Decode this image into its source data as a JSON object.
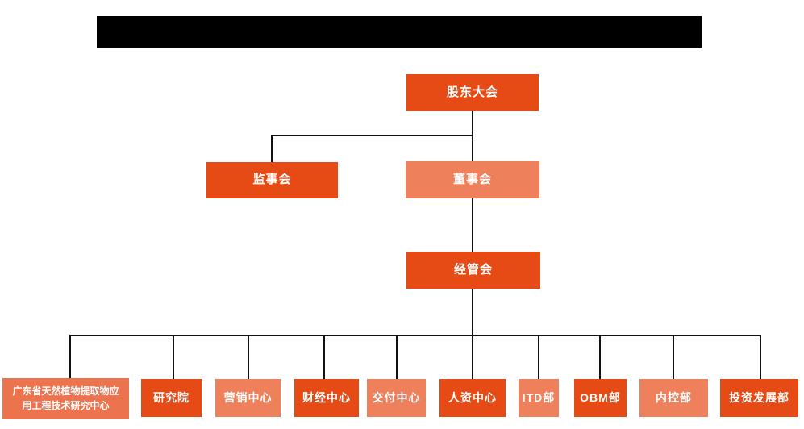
{
  "page": {
    "background": "#ffffff",
    "redacted_title_bar": ""
  },
  "colors": {
    "node_primary": "#E74B15",
    "node_secondary": "#EE815C",
    "node_muted": "#EB744E",
    "node_text": "#ffffff",
    "connector": "#111111",
    "redaction": "#000000"
  },
  "org_chart": {
    "type": "org-chart",
    "nodes": [
      {
        "label": "股东大会",
        "level": 1,
        "variant": "primary",
        "parent": null
      },
      {
        "label": "监事会",
        "level": 2,
        "variant": "primary",
        "parent": "股东大会"
      },
      {
        "label": "董事会",
        "level": 2,
        "variant": "secondary",
        "parent": "股东大会"
      },
      {
        "label": "经管会",
        "level": 3,
        "variant": "primary",
        "parent": "董事会"
      },
      {
        "label": "广东省天然植物提取物应\n用工程技术研究中心",
        "level": 4,
        "variant": "muted",
        "parent": "经管会"
      },
      {
        "label": "研究院",
        "level": 4,
        "variant": "primary",
        "parent": "经管会"
      },
      {
        "label": "营销中心",
        "level": 4,
        "variant": "secondary",
        "parent": "经管会"
      },
      {
        "label": "财经中心",
        "level": 4,
        "variant": "primary",
        "parent": "经管会"
      },
      {
        "label": "交付中心",
        "level": 4,
        "variant": "secondary",
        "parent": "经管会"
      },
      {
        "label": "人资中心",
        "level": 4,
        "variant": "primary",
        "parent": "经管会"
      },
      {
        "label": "ITD部",
        "level": 4,
        "variant": "secondary",
        "parent": "经管会"
      },
      {
        "label": "OBM部",
        "level": 4,
        "variant": "primary",
        "parent": "经管会"
      },
      {
        "label": "内控部",
        "level": 4,
        "variant": "secondary",
        "parent": "经管会"
      },
      {
        "label": "投资发展部",
        "level": 4,
        "variant": "primary",
        "parent": "经管会"
      }
    ]
  }
}
